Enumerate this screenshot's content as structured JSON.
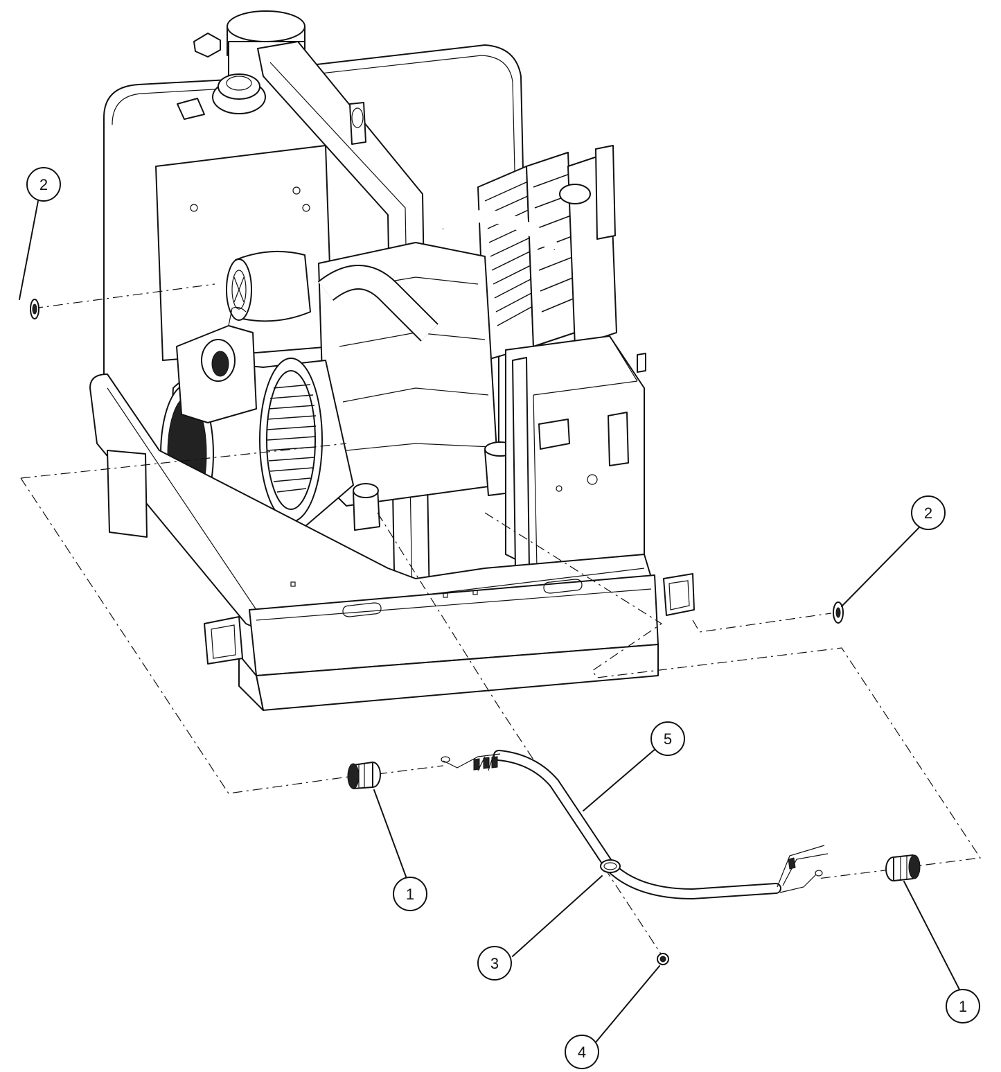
{
  "diagram": {
    "type": "exploded-parts-diagram",
    "callouts": [
      {
        "id": "c2-left",
        "label": "2"
      },
      {
        "id": "c2-right",
        "label": "2"
      },
      {
        "id": "c5",
        "label": "5"
      },
      {
        "id": "c1-left",
        "label": "1"
      },
      {
        "id": "c3",
        "label": "3"
      },
      {
        "id": "c1-right",
        "label": "1"
      },
      {
        "id": "c4",
        "label": "4"
      }
    ]
  }
}
